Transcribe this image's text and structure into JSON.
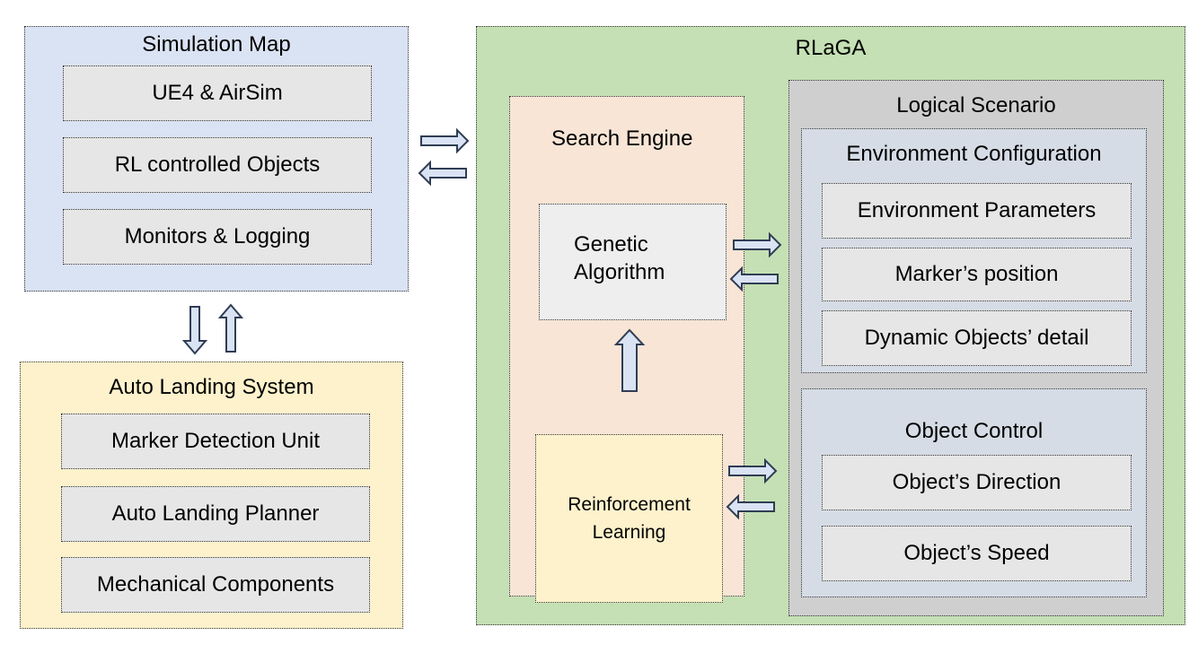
{
  "simulation_map": {
    "title": "Simulation Map",
    "items": [
      "UE4 & AirSim",
      "RL controlled Objects",
      "Monitors & Logging"
    ]
  },
  "auto_landing": {
    "title": "Auto Landing System",
    "items": [
      "Marker Detection Unit",
      "Auto Landing Planner",
      "Mechanical Components"
    ]
  },
  "rlaga": {
    "title": "RLaGA",
    "search_engine": {
      "title": "Search Engine",
      "genetic_algorithm": "Genetic Algorithm",
      "reinforcement_learning": "Reinforcement Learning"
    },
    "logical_scenario": {
      "title": "Logical Scenario",
      "environment_configuration": {
        "title": "Environment Configuration",
        "items": [
          "Environment Parameters",
          "Marker’s position",
          "Dynamic Objects’ detail"
        ]
      },
      "object_control": {
        "title": "Object Control",
        "items": [
          "Object’s Direction",
          "Object’s Speed"
        ]
      }
    }
  },
  "colors": {
    "simulation_map_bg": "#dae3f3",
    "auto_landing_bg": "#fdf2cc",
    "rlaga_bg": "#c5e0b4",
    "search_engine_bg": "#f8e5d6",
    "logical_scenario_bg": "#cfcfcf",
    "sub_panel_bg": "#d6dce5",
    "item_bg": "#e6e6e6",
    "genetic_algorithm_bg": "#eeeeee",
    "reinforcement_learning_bg": "#fdf2cc",
    "arrow_fill": "#dae3f3"
  }
}
